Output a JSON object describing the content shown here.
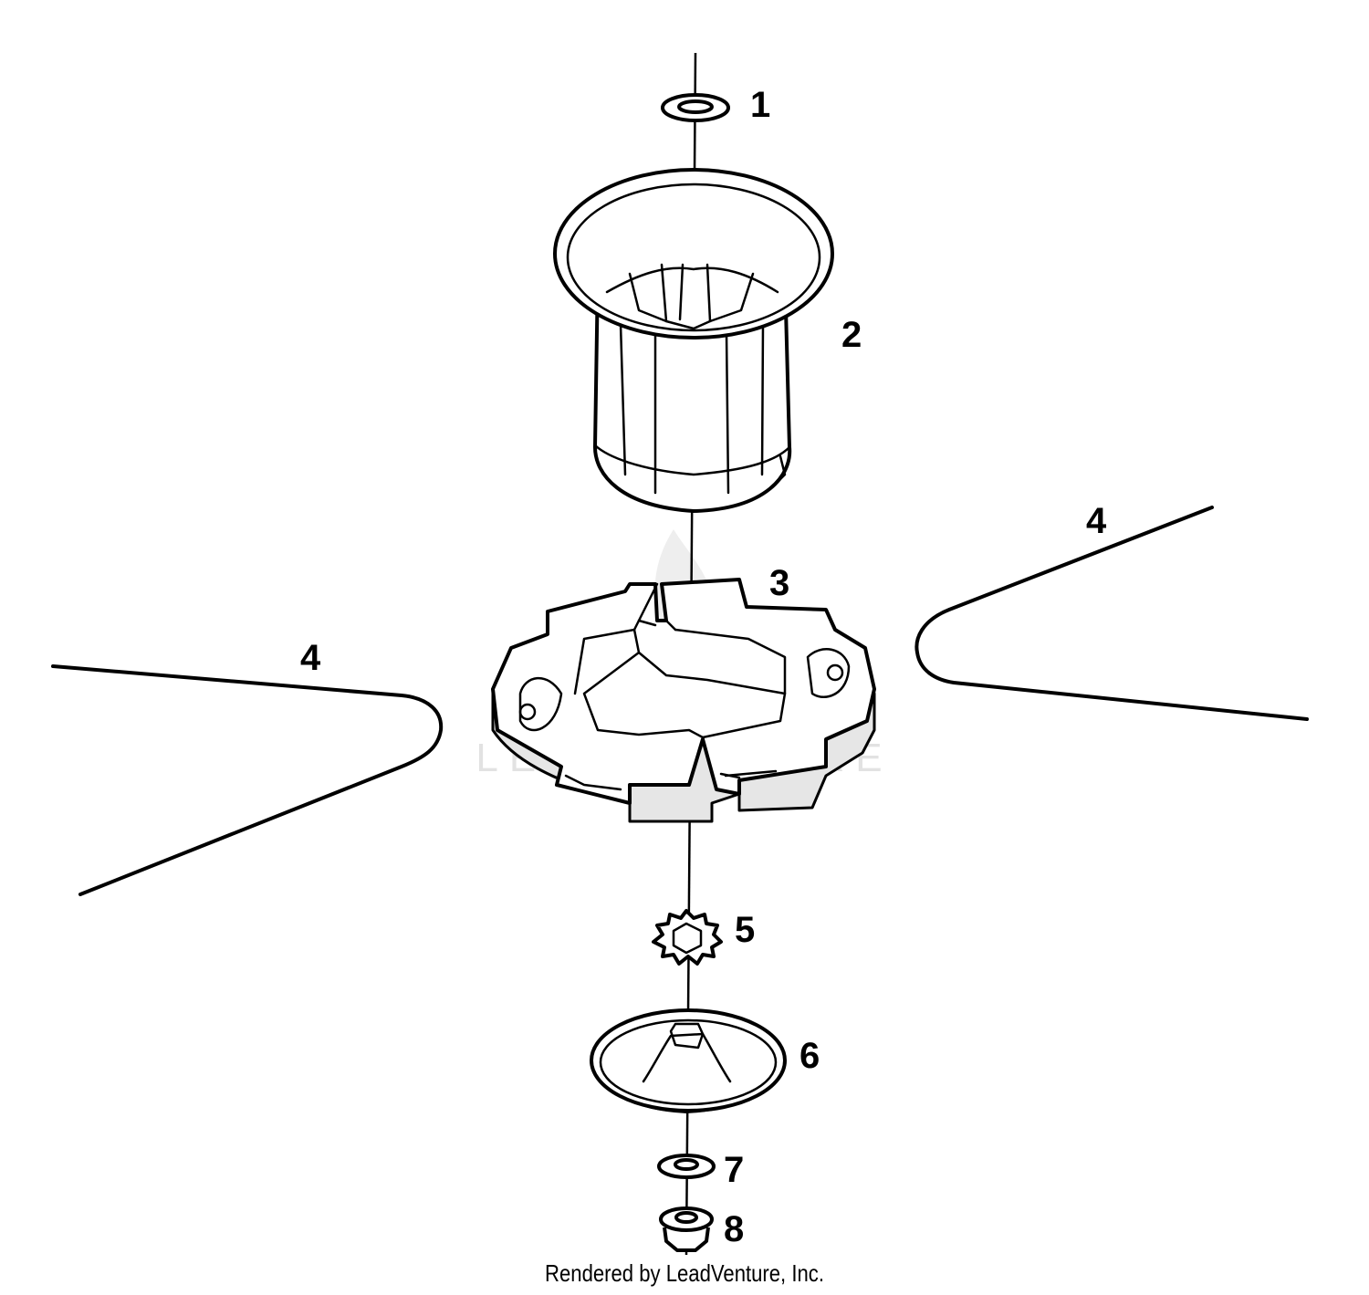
{
  "callouts": {
    "c1": "1",
    "c2": "2",
    "c3": "3",
    "c4a": "4",
    "c4b": "4",
    "c5": "5",
    "c6": "6",
    "c7": "7",
    "c8": "8"
  },
  "watermark": "LEADVENTURE",
  "footer": "Rendered by LeadVenture, Inc."
}
